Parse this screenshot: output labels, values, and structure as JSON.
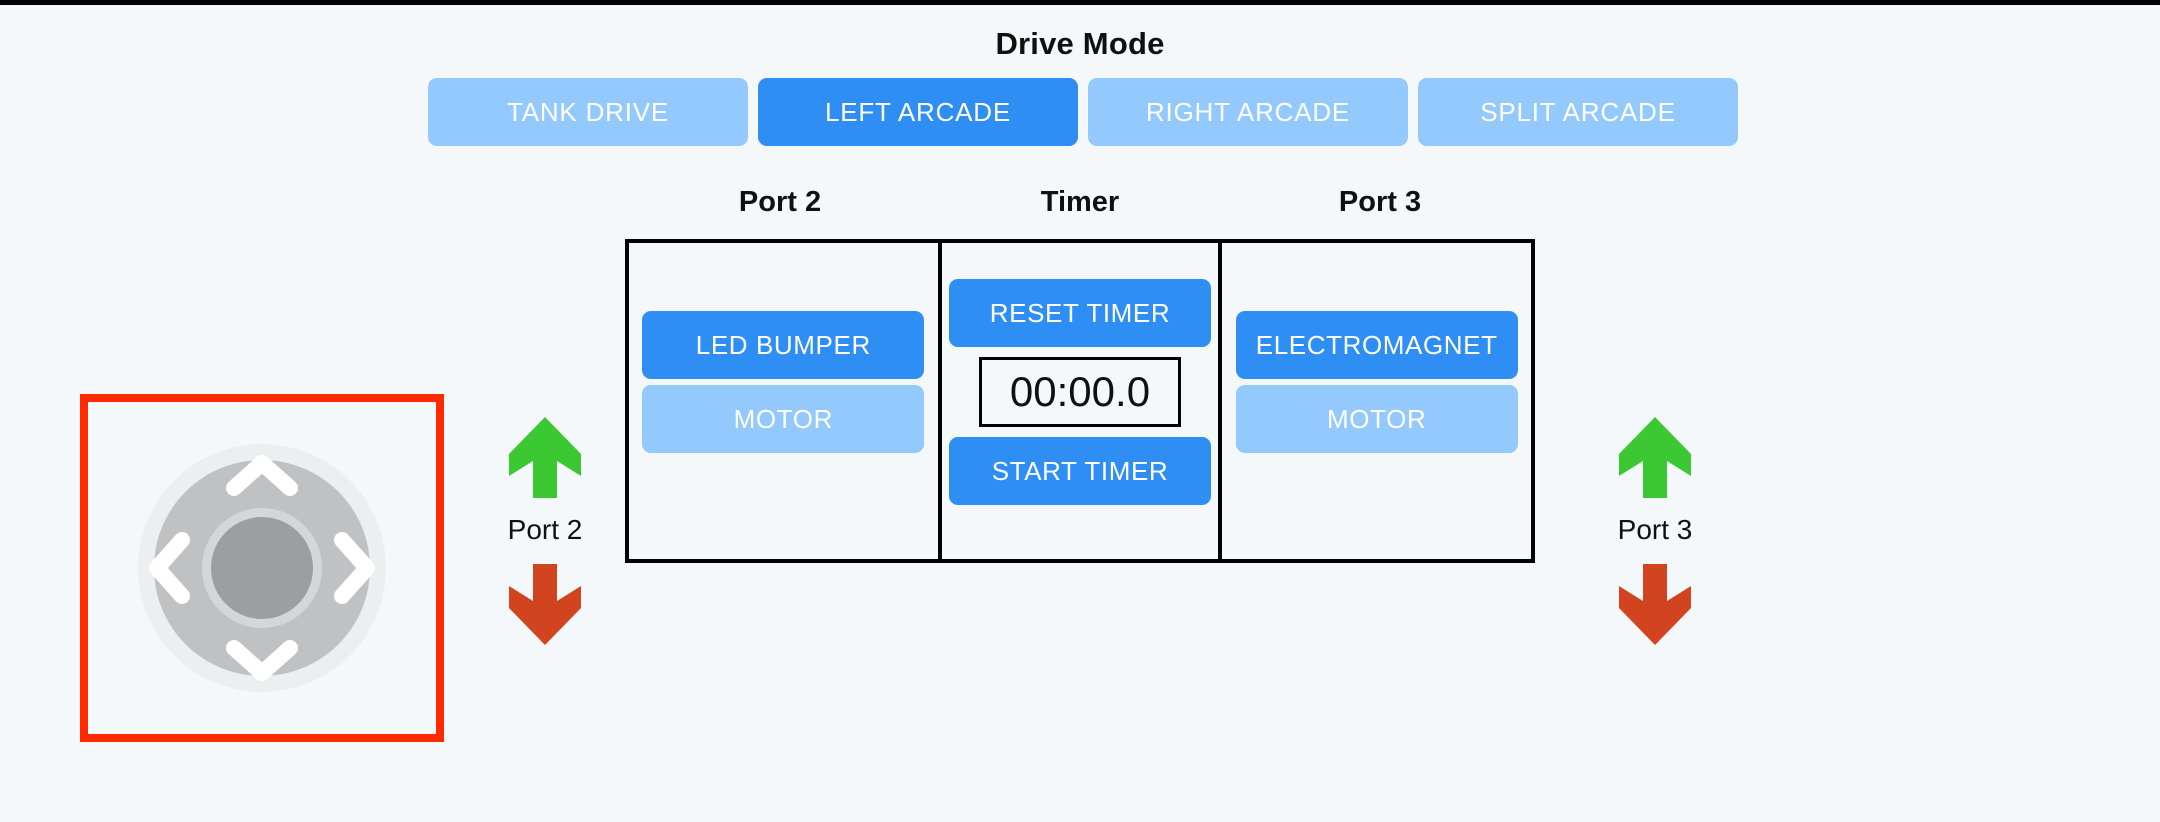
{
  "page": {
    "background_color": "#f4f8fa",
    "top_strip_color": "#000000"
  },
  "colors": {
    "accent_active": "#2f8ef4",
    "accent_inactive": "#93c9fc",
    "panel_border": "#000000",
    "dpad_highlight_border": "#ff2a00",
    "arrow_up": "#3cc832",
    "arrow_down": "#d1441f",
    "dpad_ring": "#bfc1c3",
    "dpad_center": "#9b9fa1",
    "text": "#101010"
  },
  "drive_mode": {
    "title": "Drive Mode",
    "selected": "LEFT ARCADE",
    "options": [
      {
        "label": "TANK DRIVE",
        "active": false
      },
      {
        "label": "LEFT ARCADE",
        "active": true
      },
      {
        "label": "RIGHT ARCADE",
        "active": false
      },
      {
        "label": "SPLIT ARCADE",
        "active": false
      }
    ]
  },
  "panel": {
    "columns": [
      {
        "header": "Port 2",
        "buttons": [
          {
            "label": "LED BUMPER",
            "state": "on"
          },
          {
            "label": "MOTOR",
            "state": "off"
          }
        ]
      },
      {
        "header": "Timer",
        "reset_label": "RESET TIMER",
        "display": "00:00.0",
        "start_label": "START TIMER"
      },
      {
        "header": "Port 3",
        "buttons": [
          {
            "label": "ELECTROMAGNET",
            "state": "on"
          },
          {
            "label": "MOTOR",
            "state": "off"
          }
        ]
      }
    ]
  },
  "dpad": {
    "name": "directional-pad",
    "highlighted": true,
    "directions": [
      "up",
      "left",
      "right",
      "down"
    ]
  },
  "arrow_groups": [
    {
      "label": "Port 2",
      "up": "up-arrow",
      "down": "down-arrow"
    },
    {
      "label": "Port 3",
      "up": "up-arrow",
      "down": "down-arrow"
    }
  ]
}
